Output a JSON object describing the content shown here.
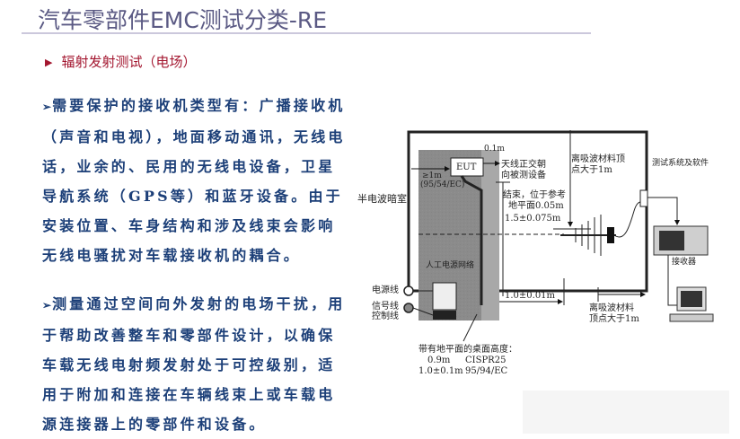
{
  "slide": {
    "title": "汽车零部件EMC测试分类-RE",
    "subheading": {
      "bullet_icon": "triangle-right",
      "text": "辐射发射测试（电场）"
    },
    "paragraphs": [
      {
        "bullet": "➢",
        "text": "需要保护的接收机类型有：广播接收机（声音和电视），地面移动通讯，无线电话，业余的、民用的无线电设备，卫星导航系统（GPS等）和蓝牙设备。由于安装位置、车身结构和涉及线束会影响无线电骚扰对车载接收机的耦合。"
      },
      {
        "bullet": "➢",
        "text": "测量通过空间向外发射的电场干扰，用于帮助改善整车和零部件设计，以确保车载无线电射频发射处于可控级别，适用于附加和连接在车辆线束上或车载电源连接器上的零部件和设备。"
      }
    ],
    "colors": {
      "title": "#5b5a84",
      "subheading": "#a3162f",
      "body": "#1c3f78",
      "rule": "#cbc8dc"
    }
  },
  "diagram": {
    "labels": {
      "chamber": "半电波暗室",
      "eut": "EUT",
      "dist_01": "0.1m",
      "dist_ge1": "≥1m",
      "dist_ge1_ref": "(95/54/EC)",
      "antenna_orient_1": "天线正交朝",
      "antenna_orient_2": "向被测设备",
      "harness_end_1": "结束，位于参考",
      "harness_end_2": "地平面0.05m",
      "height_15": "1.5±0.075m",
      "absorber_top_1": "离吸波材料顶",
      "absorber_top_2": "点大于1m",
      "test_system": "测试系统及软件",
      "receiver": "接收器",
      "lisn": "人工电源网络",
      "power_line": "电源线",
      "signal_line_1": "信号线",
      "signal_line_2": "控制线",
      "dist_10": "1.0±0.01m",
      "absorber_side_1": "离吸波材料",
      "absorber_side_2": "顶点大于1m",
      "table_height": "带有地平面的桌面高度：",
      "th_09": "0.9m",
      "th_cispr": "CISPR25",
      "th_10": "1.0±0.1m",
      "th_ec": "95/94/EC"
    }
  }
}
